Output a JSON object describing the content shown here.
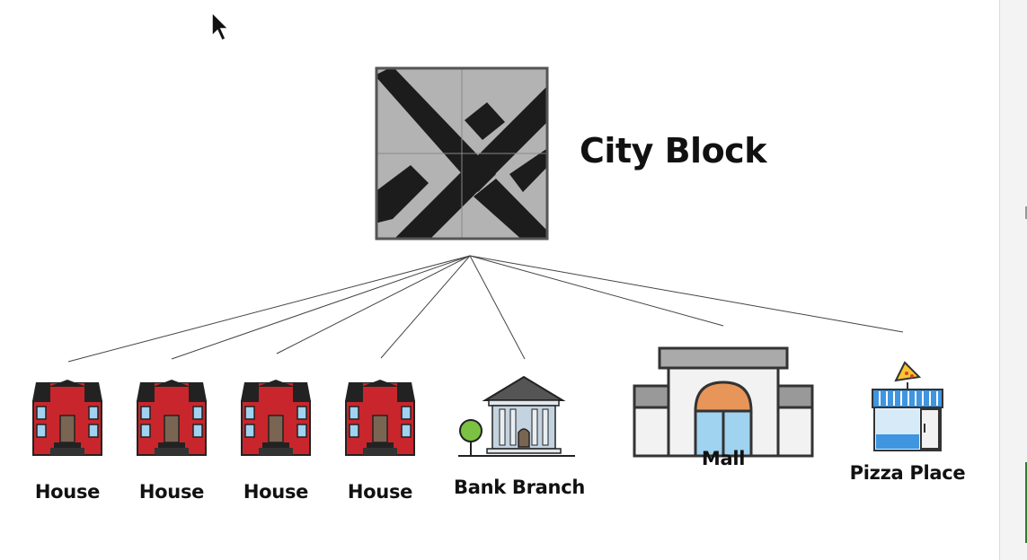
{
  "diagram": {
    "root": {
      "title": "City Block",
      "icon": "city-map-icon"
    },
    "children": [
      {
        "label": "House",
        "icon": "house-icon"
      },
      {
        "label": "House",
        "icon": "house-icon"
      },
      {
        "label": "House",
        "icon": "house-icon"
      },
      {
        "label": "House",
        "icon": "house-icon"
      },
      {
        "label": "Bank Branch",
        "icon": "bank-icon"
      },
      {
        "label": "Mall",
        "icon": "mall-icon"
      },
      {
        "label": "Pizza Place",
        "icon": "pizza-shop-icon"
      }
    ]
  },
  "colors": {
    "house_red": "#c8262c",
    "roof": "#222222",
    "window": "#9fd3ef",
    "map_gray": "#b3b3b3",
    "road": "#1c1c1c",
    "mall_orange": "#e8955a",
    "shop_blue": "#3f95e0",
    "tree_green": "#7cc242"
  }
}
